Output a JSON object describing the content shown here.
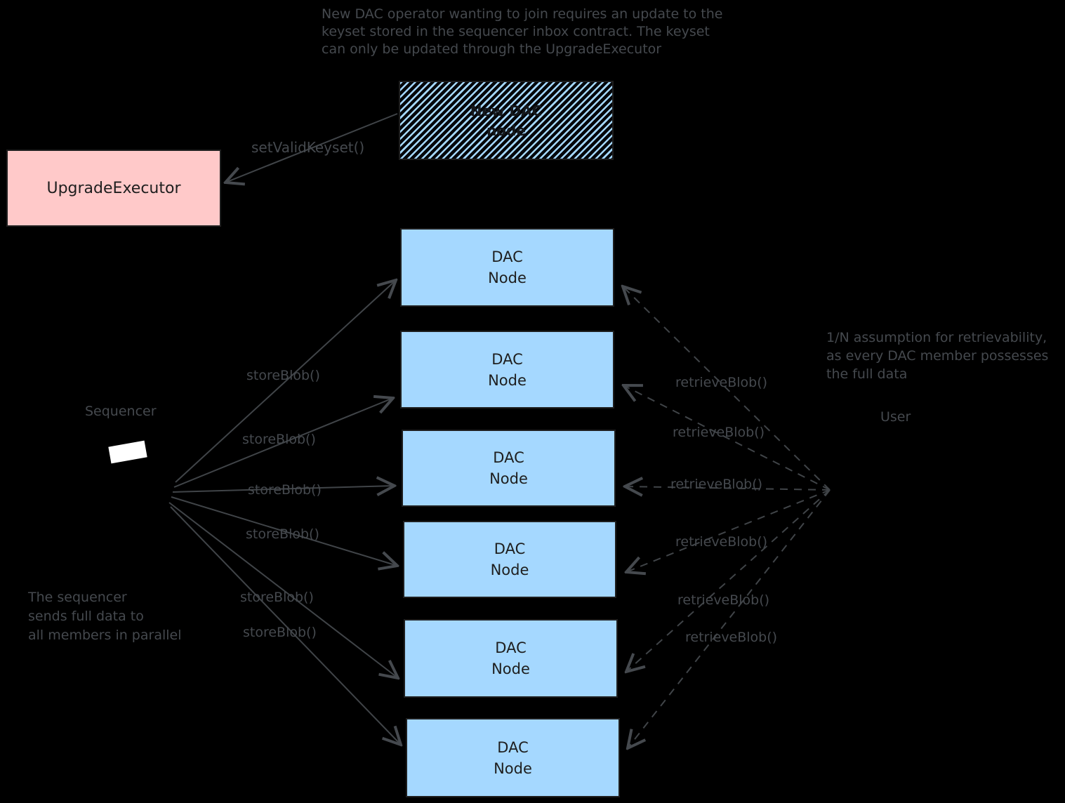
{
  "top_note": {
    "lines": [
      "New DAC operator wanting to join requires an update to the",
      "keyset stored in the sequencer inbox contract. The keyset",
      "can only be updated through the UpgradeExecutor"
    ]
  },
  "new_dac_node": {
    "line1": "New DAC",
    "line2": "node"
  },
  "upgrade_executor": {
    "label": "UpgradeExecutor"
  },
  "dac_node": {
    "line1": "DAC",
    "line2": "Node"
  },
  "sequencer": {
    "label": "Sequencer"
  },
  "user": {
    "label": "User"
  },
  "left_note": {
    "lines": [
      "The sequencer",
      "sends full data to",
      "all members in parallel"
    ]
  },
  "right_note": {
    "lines": [
      "1/N assumption for retrievability,",
      "as every DAC member possesses",
      "the full data"
    ]
  },
  "arrows": {
    "set_valid_keyset": "setValidKeyset()",
    "store_blob": "storeBlob()",
    "retrieve_blob": "retrieveBlob()"
  },
  "colors": {
    "background": "#000000",
    "dac_node_fill": "#a5d8ff",
    "upgrade_executor_fill": "#ffc9c9",
    "box_stroke": "#1e1e1e",
    "annotation": "#45494e"
  }
}
